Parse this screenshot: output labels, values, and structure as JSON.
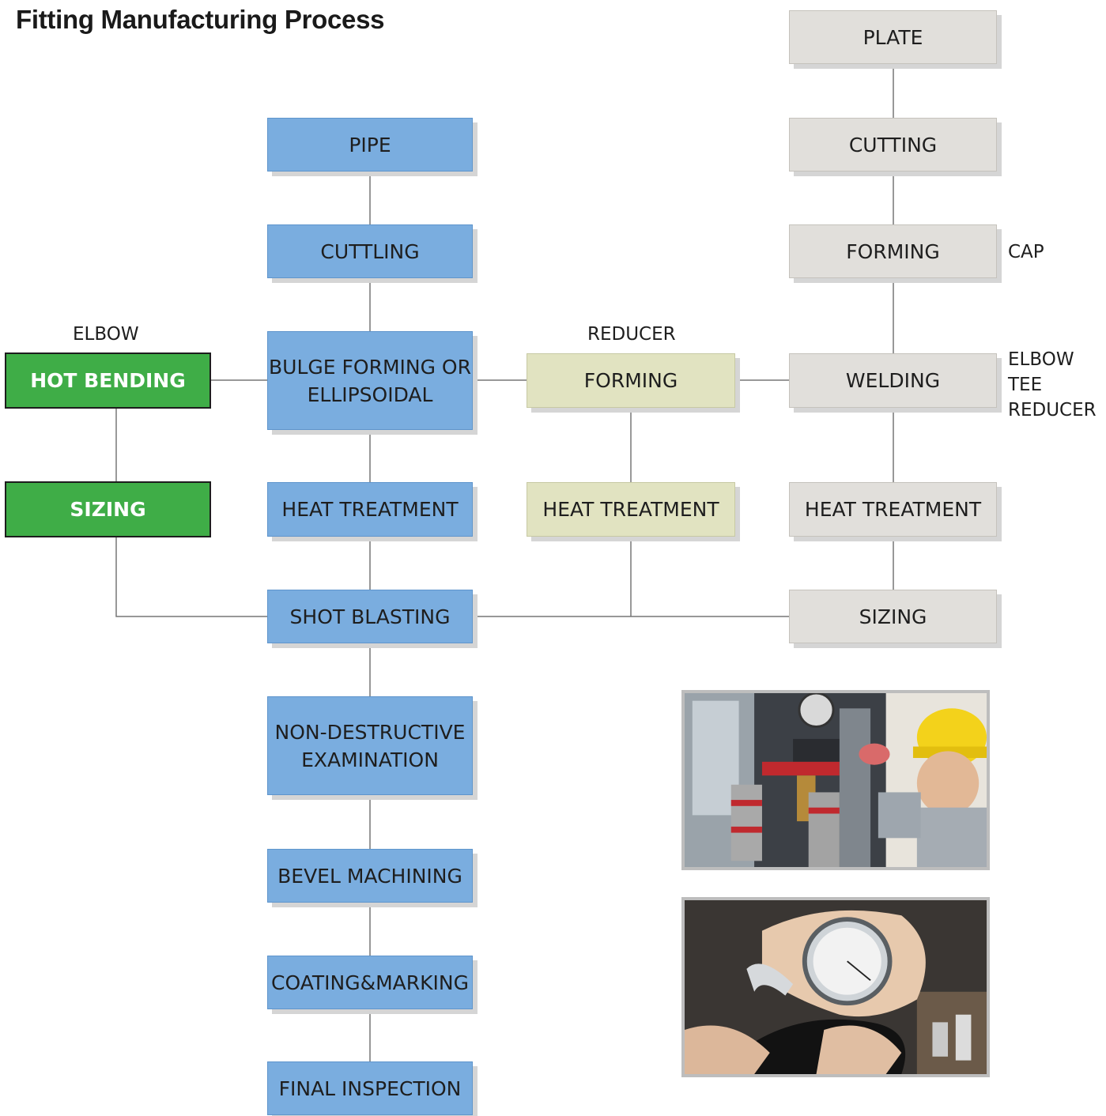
{
  "title": "Fitting Manufacturing Process",
  "pipe_column": {
    "pipe": "PIPE",
    "cutting": "CUTTLING",
    "bulge_forming_line1": "BULGE FORMING OR",
    "bulge_forming_line2": "ELLIPSOIDAL",
    "heat_treatment": "HEAT TREATMENT",
    "shot_blasting": "SHOT BLASTING",
    "nde_line1": "NON-DESTRUCTIVE",
    "nde_line2": "EXAMINATION",
    "bevel_machining": "BEVEL MACHINING",
    "coating_marking": "COATING&MARKING",
    "final_inspection": "FINAL INSPECTION"
  },
  "elbow_branch": {
    "label": "ELBOW",
    "hot_bending": "HOT BENDING",
    "sizing": "SIZING"
  },
  "reducer_branch": {
    "label": "REDUCER",
    "forming": "FORMING",
    "heat_treatment": "HEAT TREATMENT"
  },
  "plate_column": {
    "plate": "PLATE",
    "cutting": "CUTTING",
    "forming": "FORMING",
    "forming_note": "CAP",
    "welding": "WELDING",
    "welding_notes": [
      "ELBOW",
      "TEE",
      "REDUCER"
    ],
    "heat_treatment": "HEAT TREATMENT",
    "sizing": "SIZING"
  },
  "colors": {
    "pipe_route": "#7aaddf",
    "plate_route": "#e1dfdb",
    "reducer_route": "#e1e3c1",
    "elbow_route": "#3fad47",
    "connector": "#777777"
  },
  "photos": [
    {
      "icon": "hardness-testing-photo"
    },
    {
      "icon": "dial-caliper-measurement-photo"
    }
  ]
}
